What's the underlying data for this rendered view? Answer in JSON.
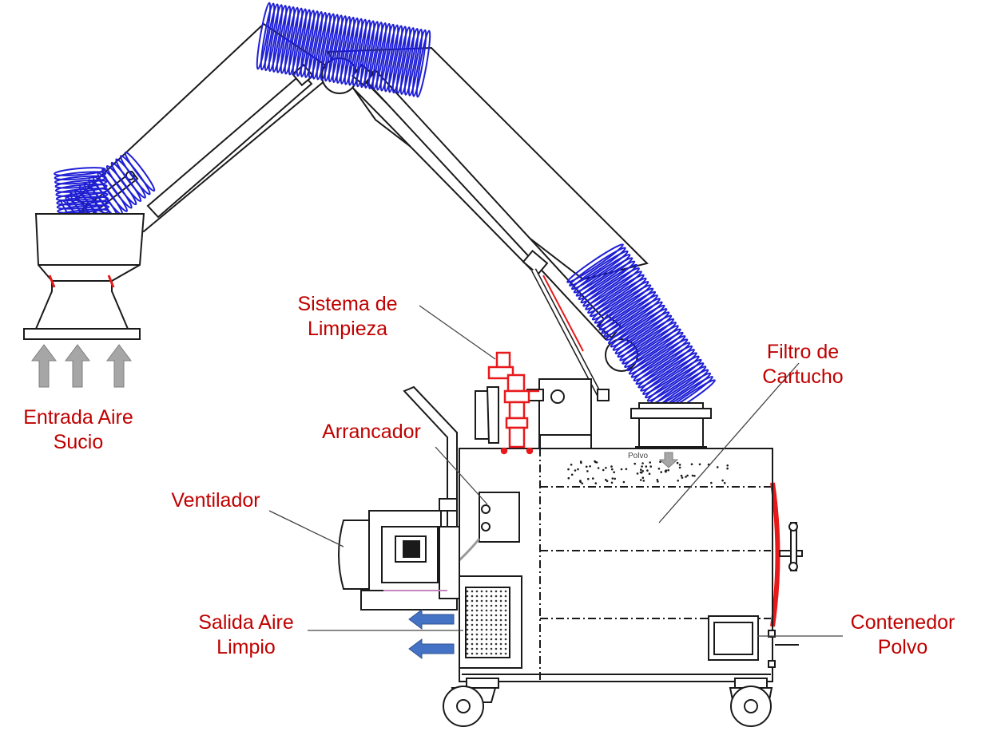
{
  "colors": {
    "label": "#c00000",
    "hose": "#1f1fd6",
    "line": "#1a1a1a",
    "cleaning": "#e8191b",
    "outlet_arrow": "#4472c4",
    "inlet_arrow": "#a6a6a6"
  },
  "labels": {
    "inlet": {
      "line1": "Entrada Aire",
      "line2": "Sucio"
    },
    "cleaning": {
      "line1": "Sistema de",
      "line2": "Limpieza"
    },
    "starter": {
      "line1": "Arrancador"
    },
    "fan": {
      "line1": "Ventilador"
    },
    "filter": {
      "line1": "Filtro de",
      "line2": "Cartucho"
    },
    "outlet": {
      "line1": "Salida Aire",
      "line2": "Limpio"
    },
    "container": {
      "line1": "Contenedor",
      "line2": "Polvo"
    },
    "dust": "Polvo"
  },
  "icons": {
    "inlet_arrows": "arrow-up-icon",
    "outlet_arrows": "arrow-left-icon",
    "dust_arrow": "arrow-down-icon"
  }
}
